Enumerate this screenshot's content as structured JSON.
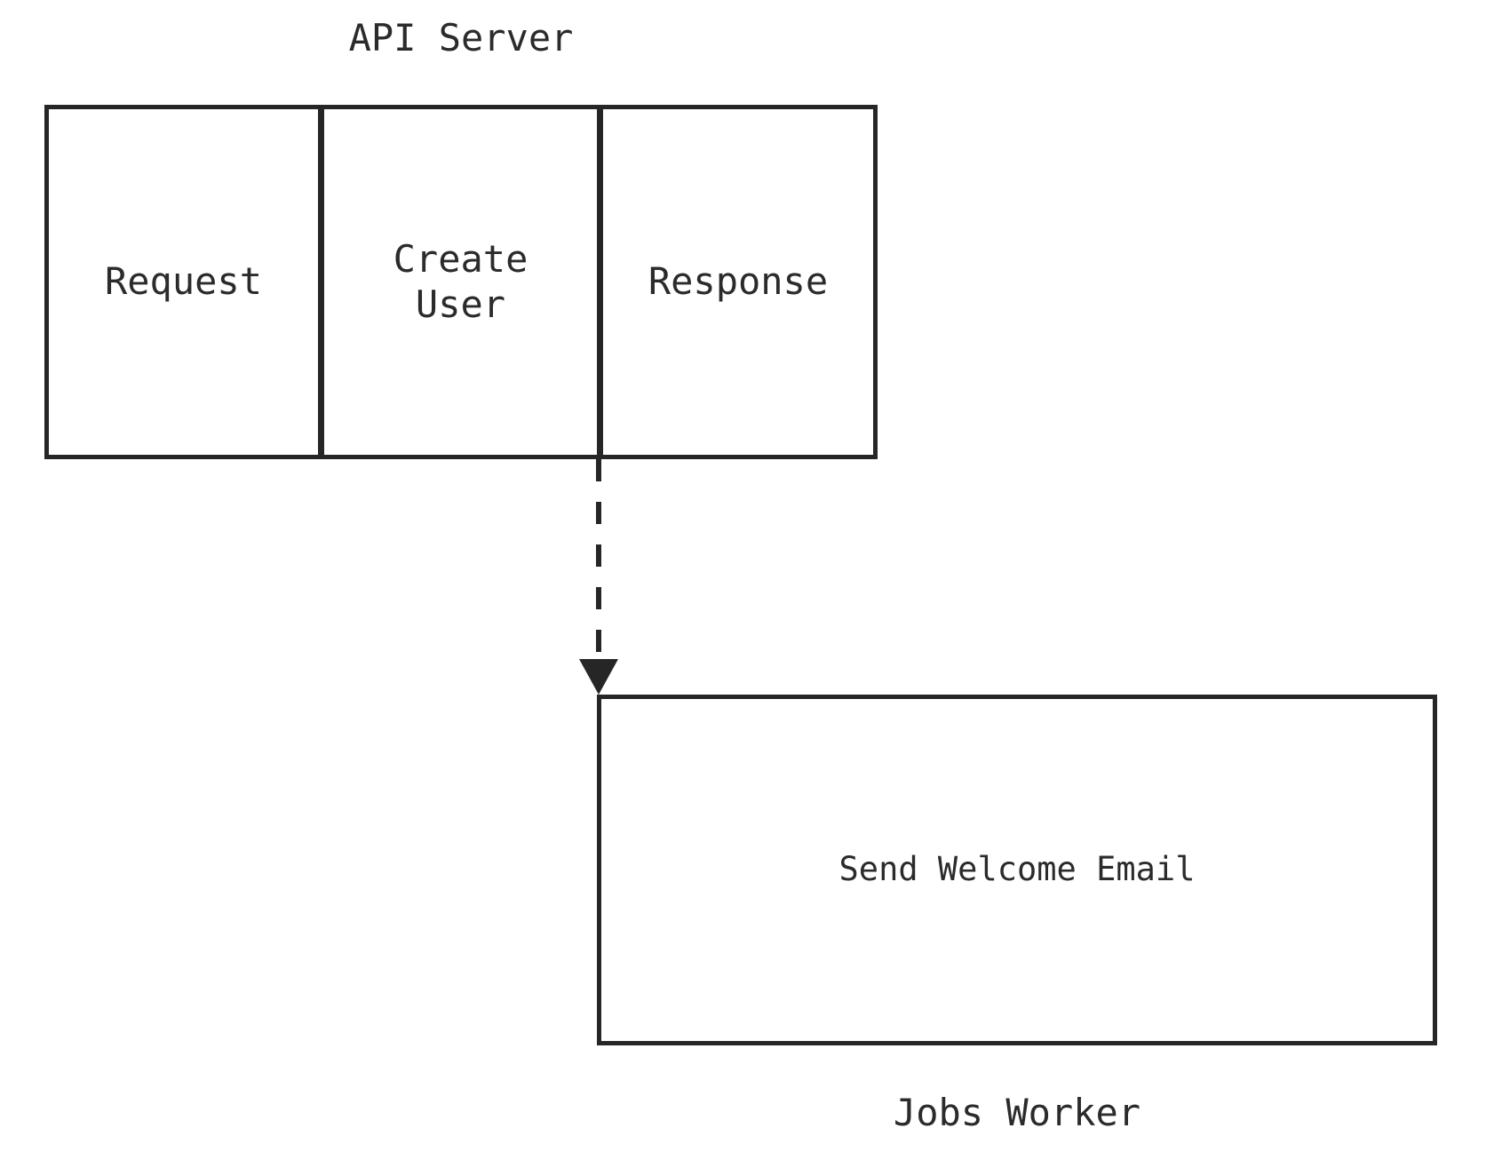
{
  "diagram": {
    "colors": {
      "stroke": "#262626",
      "text": "#2b2b2b",
      "background": "#ffffff",
      "box_fill": "#ffffff"
    },
    "api_server_group": {
      "label": "API Server",
      "label_position": "above",
      "nodes": [
        {
          "id": "request",
          "label": "Request"
        },
        {
          "id": "create-user",
          "label": "Create User"
        },
        {
          "id": "response",
          "label": "Response"
        }
      ]
    },
    "jobs_worker_group": {
      "label": "Jobs Worker",
      "label_position": "below",
      "nodes": [
        {
          "id": "send-welcome-email",
          "label": "Send Welcome Email"
        }
      ]
    },
    "edges": [
      {
        "from": "create-user",
        "to": "send-welcome-email",
        "style": "dashed",
        "direction": "down",
        "arrowhead": "filled-triangle"
      }
    ]
  }
}
